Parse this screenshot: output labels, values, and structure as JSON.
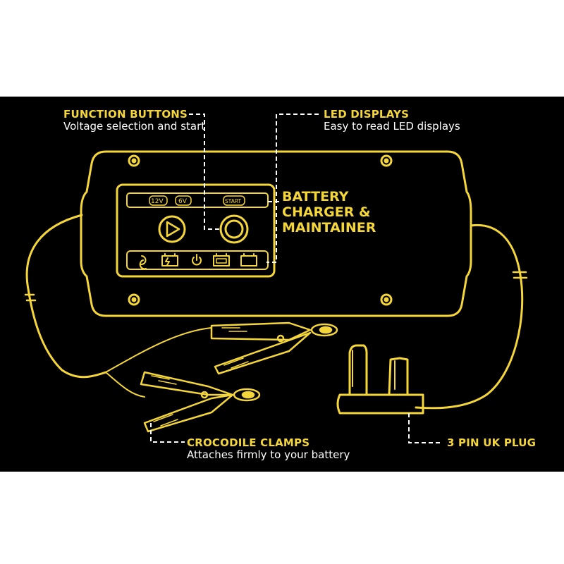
{
  "colors": {
    "background": "#000000",
    "outline": "#f4d63a",
    "text": "#ffffff"
  },
  "function_buttons": {
    "heading": "FUNCTION BUTTONS",
    "description": "Voltage selection and start"
  },
  "led_displays": {
    "heading": "LED DISPLAYS",
    "description": "Easy to read LED displays"
  },
  "product_title": {
    "line1": "BATTERY",
    "line2": "CHARGER &",
    "line3": "MAINTAINER"
  },
  "buttons": {
    "v12": "12V",
    "v6": "6V",
    "start": "START"
  },
  "crocodile_clamps": {
    "heading": "CROCODILE CLAMPS",
    "description": "Attaches firmly to your battery"
  },
  "plug": {
    "heading": "3 PIN UK PLUG"
  },
  "icons": [
    "play-icon",
    "start-circle-icon",
    "cycle-icon",
    "charging-battery-icon",
    "power-icon",
    "battery-full-icon",
    "battery-icon"
  ]
}
